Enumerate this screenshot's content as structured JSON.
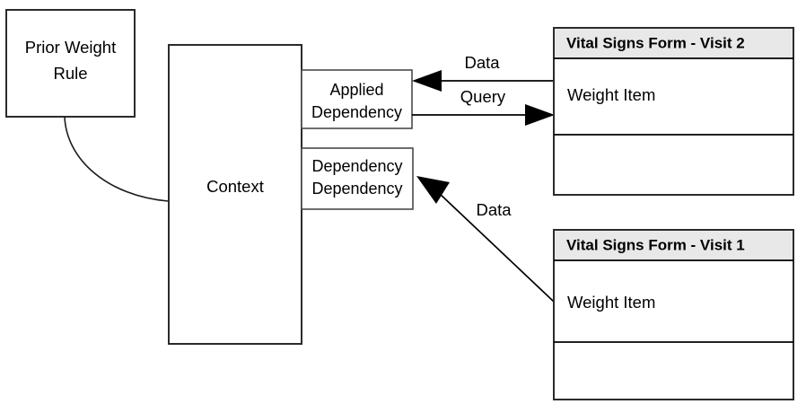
{
  "diagram": {
    "type": "component-dependency-diagram",
    "nodes": {
      "prior_weight_rule": {
        "label_line1": "Prior Weight",
        "label_line2": "Rule"
      },
      "context": {
        "label": "Context"
      },
      "applied_dependency": {
        "label_line1": "Applied",
        "label_line2": "Dependency"
      },
      "dependency_dependency": {
        "label_line1": "Dependency",
        "label_line2": "Dependency"
      },
      "form_visit2": {
        "header": "Vital Signs Form - Visit 2",
        "item": "Weight  Item",
        "header_bg": "#e8e8e8"
      },
      "form_visit1": {
        "header": "Vital Signs Form - Visit 1",
        "item": "Weight  Item",
        "header_bg": "#e8e8e8"
      }
    },
    "edges": {
      "data_in_top": {
        "label": "Data"
      },
      "query_out": {
        "label": "Query"
      },
      "data_in_bottom": {
        "label": "Data"
      },
      "rule_to_context": {
        "label": ""
      }
    },
    "colors": {
      "stroke": "#2b2b2b",
      "line": "#000000",
      "background": "#ffffff"
    }
  }
}
